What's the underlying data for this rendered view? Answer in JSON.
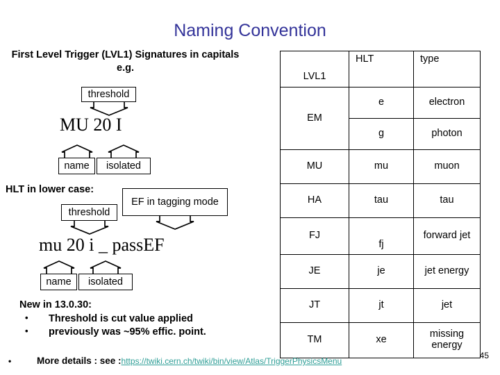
{
  "slide": {
    "title": "Naming Convention",
    "page_number": "45"
  },
  "left": {
    "intro_text": "First Level Trigger (LVL1) Signatures in capitals e.g.",
    "hlt_lowercase_label": "HLT in lower case:",
    "lvl1_signature": "MU 20 I",
    "hlt_signature": "mu 20 i _ passEF",
    "callouts": {
      "threshold_top": "threshold",
      "name_top": "name",
      "isolated_top": "isolated",
      "threshold_bottom": "threshold",
      "ef_tagging_mode": "EF in tagging mode",
      "name_bottom": "name",
      "isolated_bottom": "isolated"
    },
    "new_in": {
      "heading": "New in 13.0.30:",
      "bullet_char": "•",
      "bullets": [
        "Threshold is cut value applied",
        "previously was ~95% effic. point."
      ]
    }
  },
  "footer": {
    "bullet_char": "•",
    "text": "More details : see :",
    "link_text": "https://twiki.cern.ch/twiki/bin/view/Atlas/TriggerPhysicsMenu",
    "link_color": "#2e9e96"
  },
  "table": {
    "headers": [
      "LVL1",
      "HLT",
      "type"
    ],
    "rows": [
      {
        "lvl1": "EM",
        "hlt": "e",
        "type": "electron"
      },
      {
        "lvl1": "",
        "hlt": "g",
        "type": "photon"
      },
      {
        "lvl1": "MU",
        "hlt": "mu",
        "type": "muon"
      },
      {
        "lvl1": "HA",
        "hlt": "tau",
        "type": "tau"
      },
      {
        "lvl1": "FJ",
        "hlt": "fj",
        "type": "forward jet"
      },
      {
        "lvl1": "JE",
        "hlt": "je",
        "type": "jet energy"
      },
      {
        "lvl1": "JT",
        "hlt": "jt",
        "type": "jet"
      },
      {
        "lvl1": "TM",
        "hlt": "xe",
        "type": "missing energy"
      }
    ]
  },
  "colors": {
    "title": "#333399",
    "text": "#000000",
    "border": "#000000",
    "background": "#ffffff"
  }
}
